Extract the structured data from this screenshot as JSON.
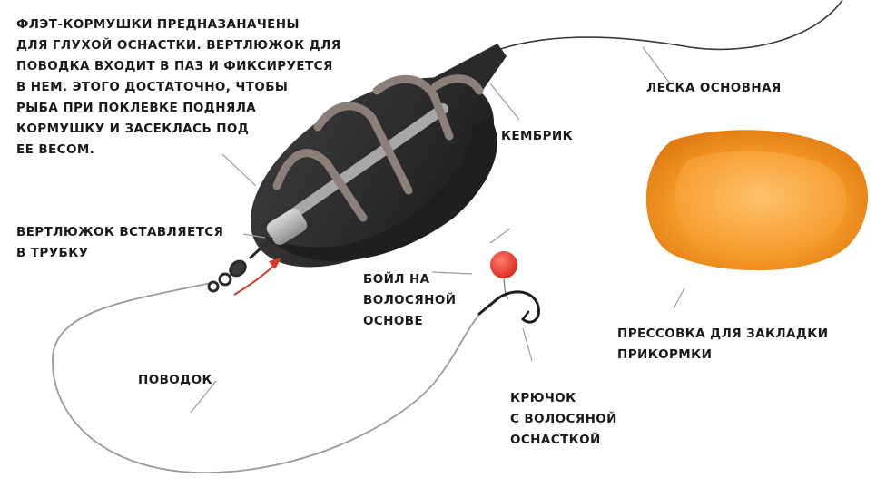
{
  "labels": {
    "description": [
      "ФЛЭТ-КОРМУШКИ ПРЕДНАЗАНАЧЕНЫ",
      "ДЛЯ ГЛУХОЙ ОСНАСТКИ. ВЕРТЛЮЖОК ДЛЯ",
      "ПОВОДКА ВХОДИТ В ПАЗ И ФИКСИРУЕТСЯ",
      "В НЕМ. ЭТОГО ДОСТАТОЧНО, ЧТОБЫ",
      "РЫБА ПРИ ПОКЛЕВКЕ ПОДНЯЛА",
      "КОРМУШКУ И ЗАСЕКЛАСЬ ПОД",
      "ЕЕ ВЕСОМ."
    ],
    "swivel": [
      "ВЕРТЛЮЖОК ВСТАВЛЯЕТСЯ",
      "В ТРУБКУ"
    ],
    "main_line": "ЛЕСКА ОСНОВНАЯ",
    "tubing": "КЕМБРИК",
    "boilie": [
      "БОЙЛ НА",
      "ВОЛОСЯНОЙ",
      "ОСНОВЕ"
    ],
    "mould": [
      "ПРЕССОВКА ДЛЯ ЗАКЛАДКИ",
      "ПРИКОРМКИ"
    ],
    "leader": "ПОВОДОК",
    "hook": [
      "КРЮЧОК",
      "С ВОЛОСЯНОЙ",
      "ОСНАСТКОЙ"
    ]
  },
  "colors": {
    "text": "#1a1a1a",
    "feeder_body": "#2b2b2b",
    "feeder_frame": "#8c7f7a",
    "insert_tube": "#b0b0b0",
    "leader_line": "#9a9a9a",
    "main_line": "#3a3a3a",
    "boilie": "#e8342a",
    "mould": "#f39a2b",
    "arrow": "#d23a2a"
  }
}
